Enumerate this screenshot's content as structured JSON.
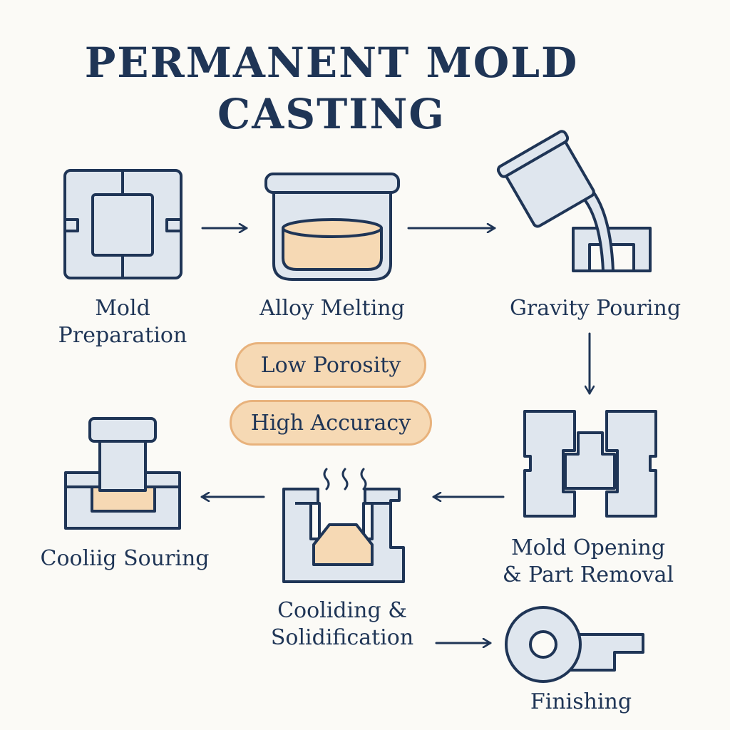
{
  "title": {
    "line1": "PERMANENT MOLD",
    "line2": "CASTING"
  },
  "steps": {
    "mold_preparation": {
      "line1": "Mold",
      "line2": "Preparation"
    },
    "alloy_melting": {
      "line1": "Alloy Melting"
    },
    "gravity_pouring": {
      "line1": "Gravity Pouring"
    },
    "mold_opening": {
      "line1": "Mold Opening",
      "line2": "& Part Removal"
    },
    "cooling_solidification": {
      "line1": "Cooliding &",
      "line2": "Solidification"
    },
    "cooling_souring": {
      "line1": "Cooliig Souring"
    },
    "finishing": {
      "line1": "Finishing"
    }
  },
  "badges": {
    "low_porosity": "Low Porosity",
    "high_accuracy": "High Accuracy"
  },
  "colors": {
    "ink": "#1f3556",
    "fill": "#dfe6ee",
    "metal": "#f6d9b4",
    "background": "#fbfaf6"
  },
  "icons": [
    "mold-icon",
    "crucible-icon",
    "ladle-pour-icon",
    "open-mold-icon",
    "cooling-mold-icon",
    "press-mold-icon",
    "finished-part-icon",
    "arrow-icon"
  ]
}
